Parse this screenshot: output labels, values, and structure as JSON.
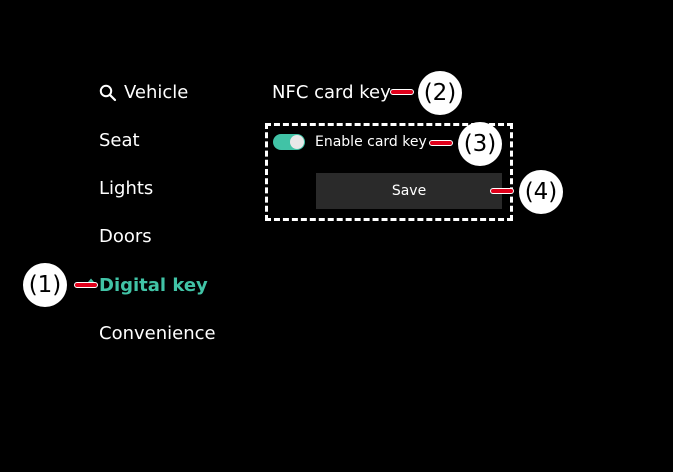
{
  "sidebar": {
    "search_icon": "search-icon",
    "items": [
      {
        "label": "Vehicle"
      },
      {
        "label": "Seat"
      },
      {
        "label": "Lights"
      },
      {
        "label": "Doors"
      },
      {
        "label": "Digital key",
        "active": true
      },
      {
        "label": "Convenience"
      }
    ]
  },
  "main": {
    "section_title": "NFC card key",
    "toggle": {
      "label": "Enable card key",
      "on": true
    },
    "save_label": "Save"
  },
  "callouts": [
    "(1)",
    "(2)",
    "(3)",
    "(4)"
  ],
  "colors": {
    "accent": "#41c3a6",
    "background": "#000000",
    "callout_line": "#e0001b",
    "button_bg": "#2a2a2a"
  }
}
